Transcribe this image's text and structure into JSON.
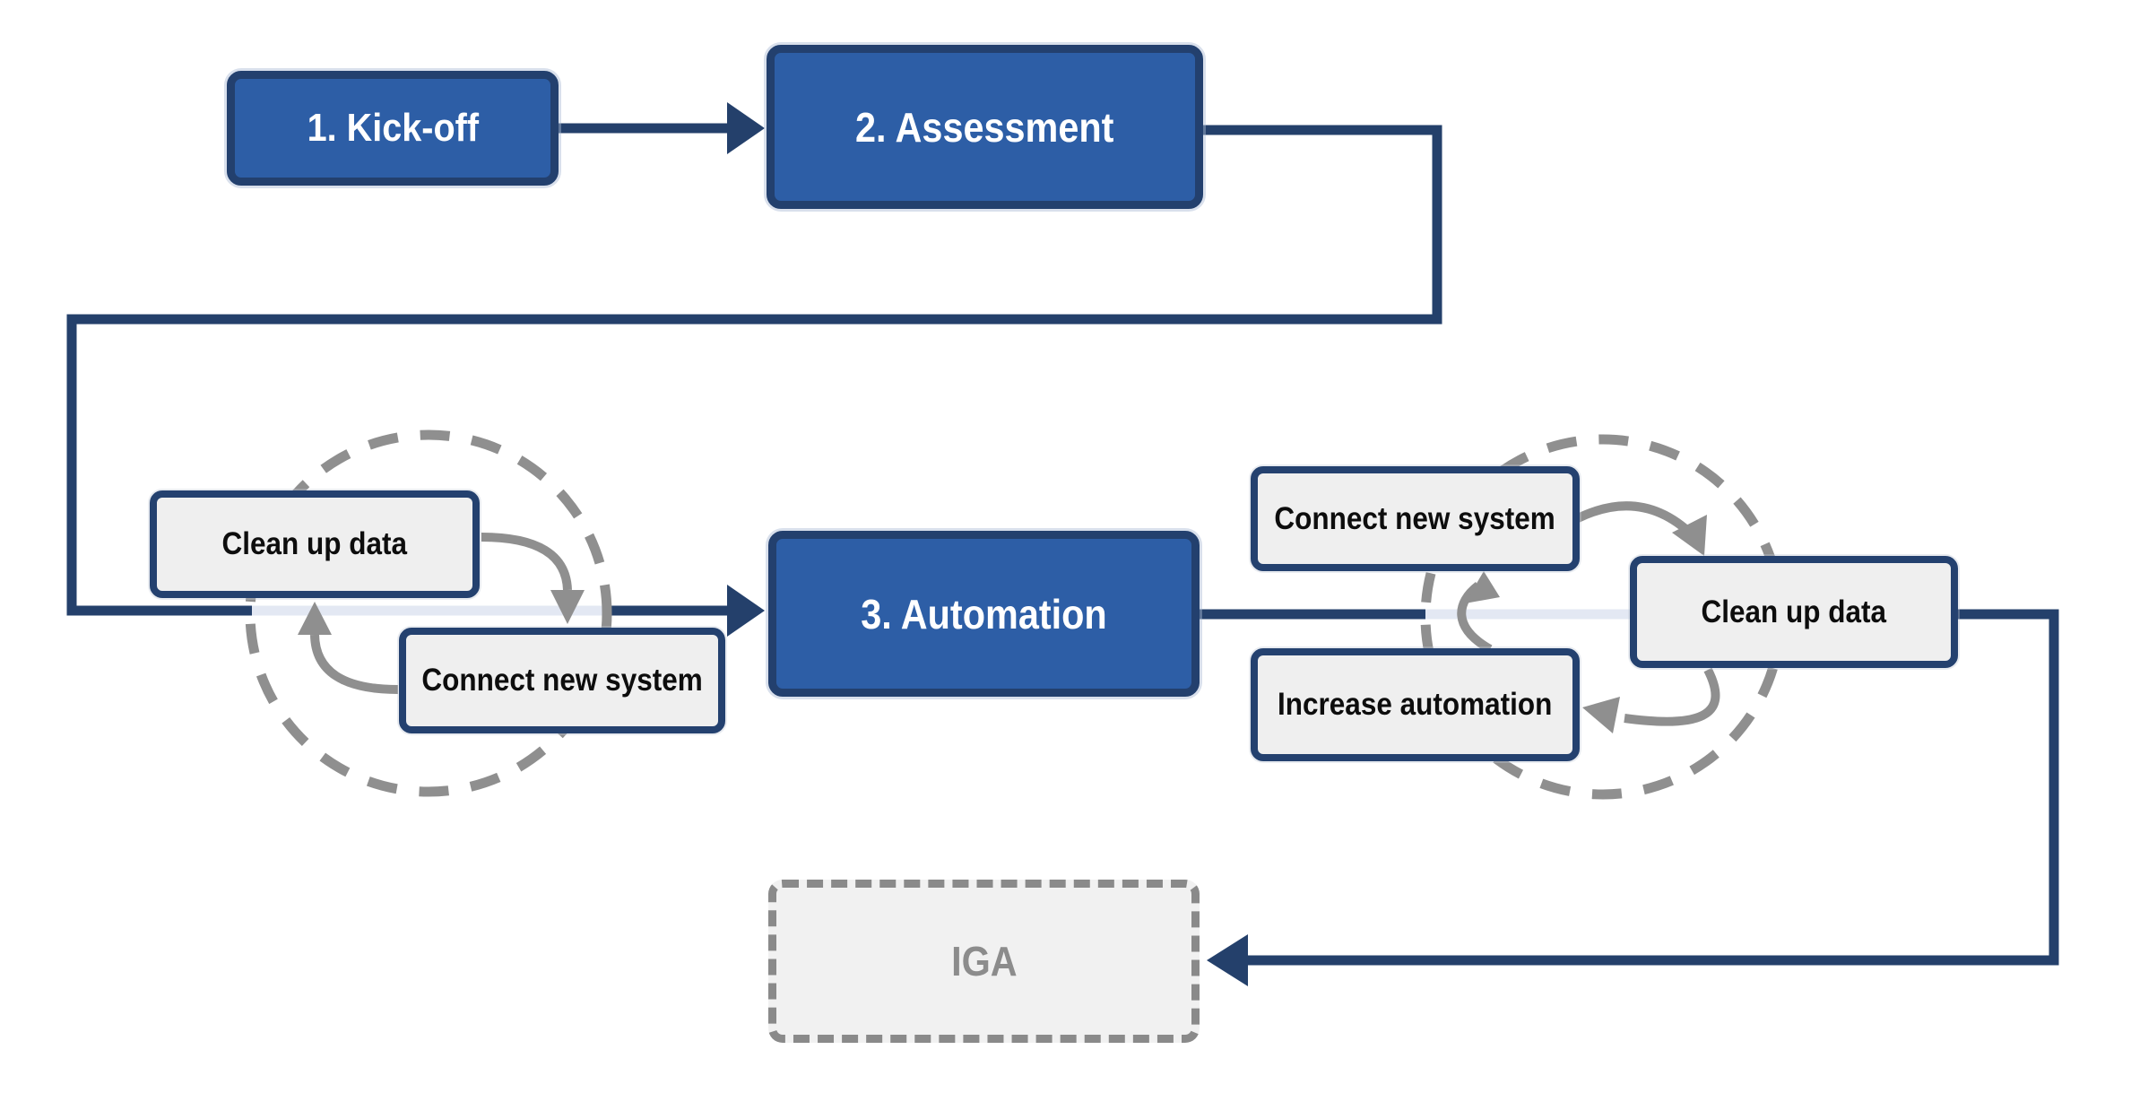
{
  "nodes": {
    "kickoff": {
      "label": "1. Kick-off"
    },
    "assessment": {
      "label": "2. Assessment"
    },
    "automation": {
      "label": "3. Automation"
    },
    "iga": {
      "label": "IGA"
    },
    "left_cycle": {
      "clean_up": {
        "label": "Clean up data"
      },
      "connect": {
        "label": "Connect new system"
      }
    },
    "right_cycle": {
      "connect": {
        "label": "Connect new system"
      },
      "increase": {
        "label": "Increase automation"
      },
      "clean_up": {
        "label": "Clean up data"
      }
    }
  },
  "colors": {
    "primary_blue": "#2D5EA6",
    "dark_navy_border": "#23406E",
    "connector_navy": "#24406B",
    "pale_connector": "#E3E8F3",
    "cycle_grey": "#8F8F8F",
    "grey_node_fill": "#EFEFEF",
    "iga_fill": "#F1F1F1",
    "iga_text": "#8C8C8C",
    "node_text_light": "#FFFFFF",
    "node_text_dark": "#0D0D0D"
  }
}
